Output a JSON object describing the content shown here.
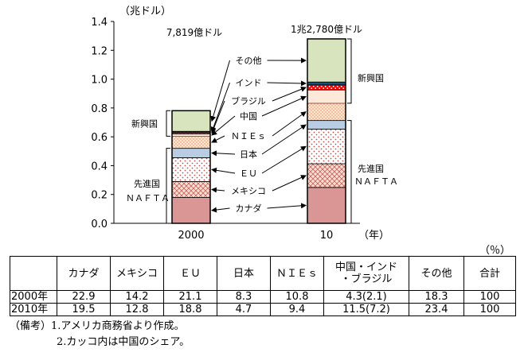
{
  "chart_data": {
    "type": "bar",
    "stacked": true,
    "unit_label": "（兆ドル）",
    "x_unit_label": "（年）",
    "categories": [
      "2000",
      "10"
    ],
    "totals_labels": [
      "7,819億ドル",
      "1兆2,780億ドル"
    ],
    "ylim": [
      0,
      1.4
    ],
    "yticks": [
      "0.0",
      "0.2",
      "0.4",
      "0.6",
      "0.8",
      "1.0",
      "1.2",
      "1.4"
    ],
    "series": [
      {
        "name": "カナダ",
        "values": [
          0.179,
          0.249
        ],
        "color": "#d99694",
        "pattern": "solid"
      },
      {
        "name": "メキシコ",
        "values": [
          0.111,
          0.164
        ],
        "color": "#f8dcd0",
        "pattern": "cross-red"
      },
      {
        "name": "ＥＵ",
        "values": [
          0.165,
          0.24
        ],
        "color": "#ffffff",
        "pattern": "dots-red"
      },
      {
        "name": "日本",
        "values": [
          0.065,
          0.06
        ],
        "color": "#b8cce4",
        "pattern": "solid"
      },
      {
        "name": "ＮＩＥｓ",
        "values": [
          0.084,
          0.12
        ],
        "color": "#fce4d6",
        "pattern": "dots-fine"
      },
      {
        "name": "中国",
        "values": [
          0.016,
          0.092
        ],
        "color": "#fde9d9",
        "pattern": "solid-outline-red"
      },
      {
        "name": "ブラジル",
        "values": [
          0.012,
          0.035
        ],
        "color": "#ff0000",
        "pattern": "dots-white"
      },
      {
        "name": "インド",
        "values": [
          0.006,
          0.02
        ],
        "color": "#1f4e79",
        "pattern": "solid"
      },
      {
        "name": "その他",
        "values": [
          0.143,
          0.299
        ],
        "color": "#d7e4bd",
        "pattern": "solid"
      }
    ],
    "legend_callouts": [
      "その他",
      "インド",
      "ブラジル",
      "中国",
      "ＮＩＥｓ",
      "日本",
      "ＥＵ",
      "メキシコ",
      "カナダ"
    ],
    "bracket_labels": {
      "emerging": "新興国",
      "developed_line1": "先進国",
      "developed_line2": "ＮＡＦＴＡ"
    }
  },
  "table": {
    "unit": "（％）",
    "headers": [
      "",
      "カナダ",
      "メキシコ",
      "ＥＵ",
      "日本",
      "ＮＩＥｓ",
      "中国・インド\n・ブラジル",
      "その他",
      "合計"
    ],
    "rows": [
      [
        "2000年",
        "22.9",
        "14.2",
        "21.1",
        "8.3",
        "10.8",
        "4.3(2.1)",
        "18.3",
        "100"
      ],
      [
        "2010年",
        "19.5",
        "12.8",
        "18.8",
        "4.7",
        "9.4",
        "11.5(7.2)",
        "23.4",
        "100"
      ]
    ]
  },
  "notes": {
    "line1": "（備考）1.アメリカ商務省より作成。",
    "line2": "2.カッコ内は中国のシェア。"
  }
}
